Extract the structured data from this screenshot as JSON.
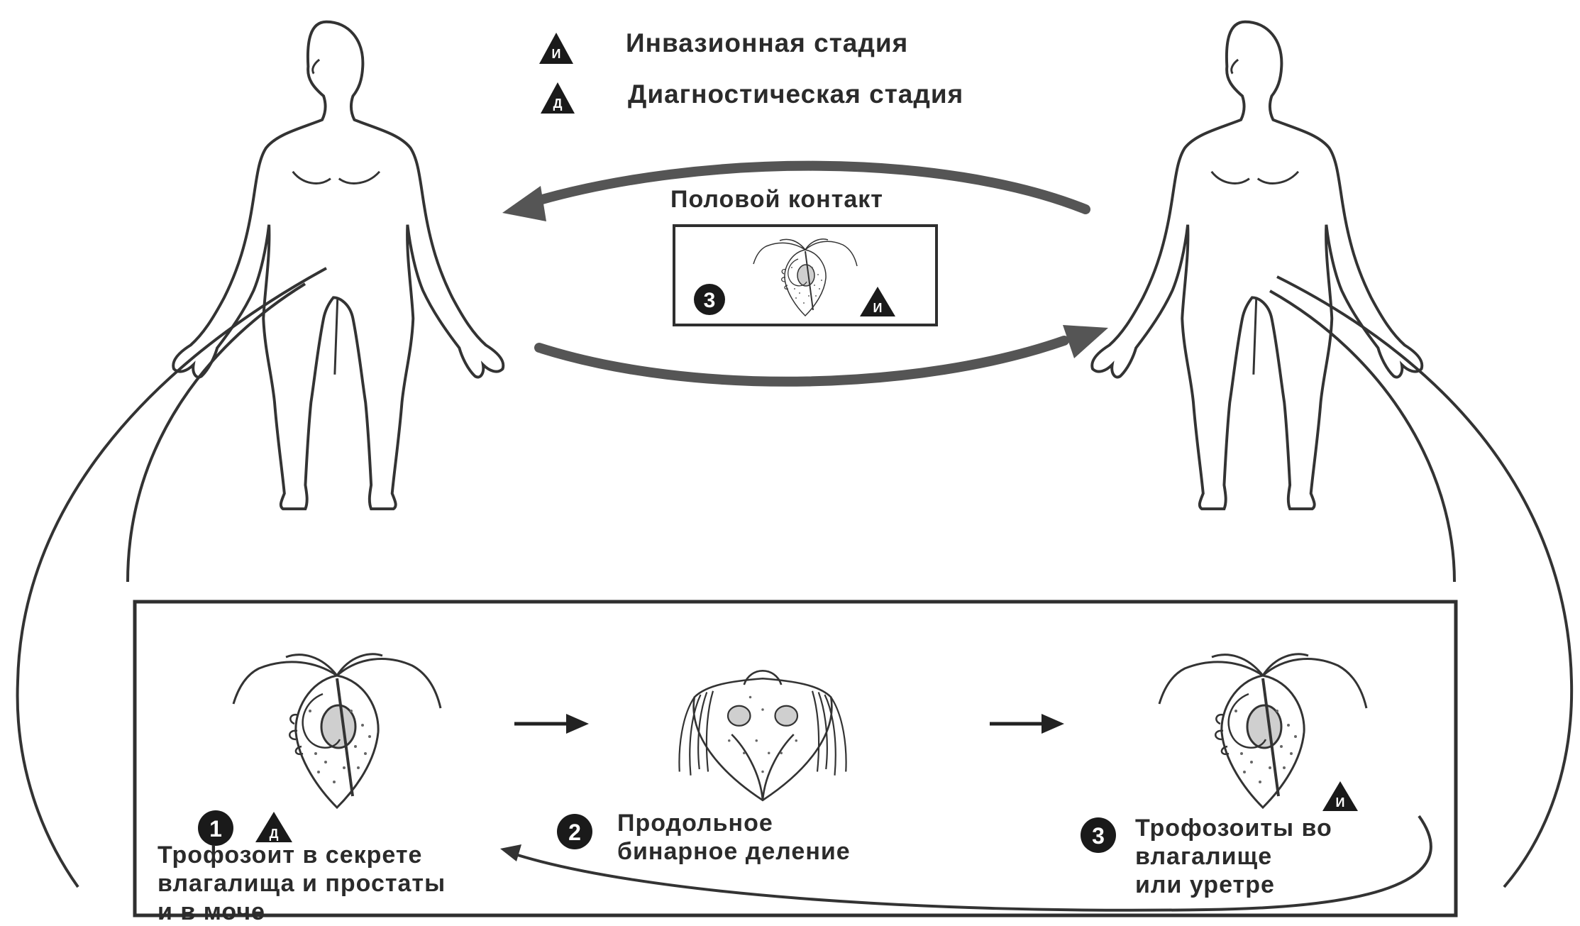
{
  "legend": {
    "infective": {
      "marker": "И",
      "label": "Инвазионная стадия"
    },
    "diagnostic": {
      "marker": "Д",
      "label": "Диагностическая стадия"
    }
  },
  "transmission": {
    "label": "Половой контакт",
    "stage_number": "3",
    "stage_marker": "И"
  },
  "stages": [
    {
      "number": "1",
      "marker": "Д",
      "lines": [
        "Трофозоит в секрете",
        "влагалища и простаты",
        "и в моче"
      ]
    },
    {
      "number": "2",
      "lines": [
        "Продольное",
        "бинарное деление"
      ]
    },
    {
      "number": "3",
      "marker": "И",
      "lines": [
        "Трофозоиты во",
        "влагалище",
        "или уретре"
      ]
    }
  ],
  "colors": {
    "line": "#2f2f2f",
    "badge": "#1a1a1a",
    "arrow": "#555555",
    "text": "#2b2b2b"
  }
}
